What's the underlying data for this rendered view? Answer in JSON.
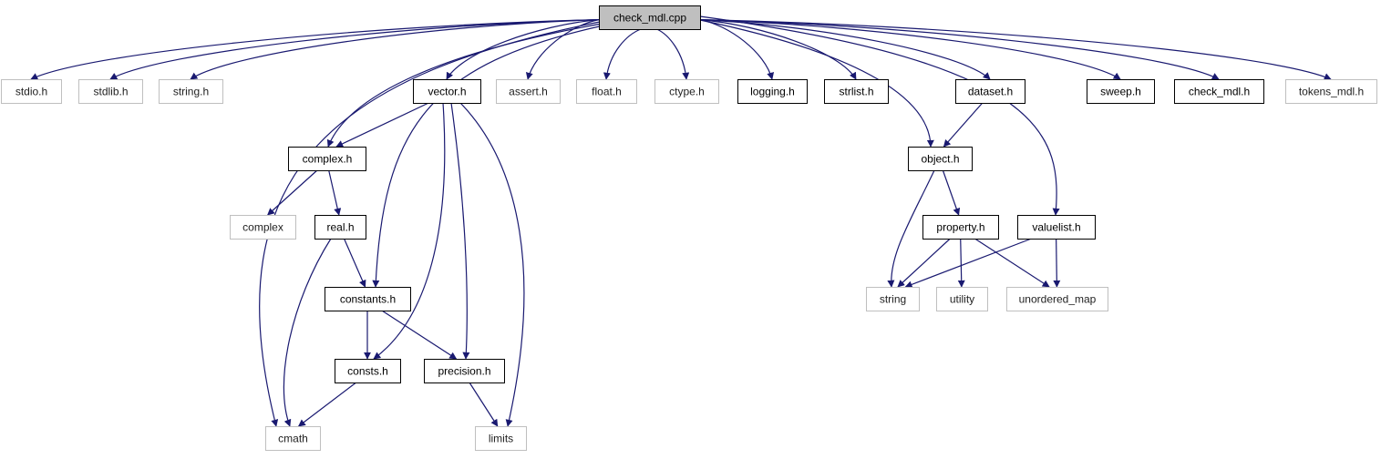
{
  "graph": {
    "nodes": [
      {
        "id": "check_mdl_cpp",
        "label": "check_mdl.cpp",
        "kind": "root"
      },
      {
        "id": "stdio_h",
        "label": "stdio.h",
        "kind": "external"
      },
      {
        "id": "stdlib_h",
        "label": "stdlib.h",
        "kind": "external"
      },
      {
        "id": "string_h",
        "label": "string.h",
        "kind": "external"
      },
      {
        "id": "vector_h",
        "label": "vector.h",
        "kind": "documented"
      },
      {
        "id": "assert_h",
        "label": "assert.h",
        "kind": "external"
      },
      {
        "id": "float_h",
        "label": "float.h",
        "kind": "external"
      },
      {
        "id": "ctype_h",
        "label": "ctype.h",
        "kind": "external"
      },
      {
        "id": "logging_h",
        "label": "logging.h",
        "kind": "documented"
      },
      {
        "id": "strlist_h",
        "label": "strlist.h",
        "kind": "documented"
      },
      {
        "id": "dataset_h",
        "label": "dataset.h",
        "kind": "documented"
      },
      {
        "id": "sweep_h",
        "label": "sweep.h",
        "kind": "documented"
      },
      {
        "id": "check_mdl_h",
        "label": "check_mdl.h",
        "kind": "documented"
      },
      {
        "id": "tokens_mdl_h",
        "label": "tokens_mdl.h",
        "kind": "external"
      },
      {
        "id": "complex_h",
        "label": "complex.h",
        "kind": "documented"
      },
      {
        "id": "object_h",
        "label": "object.h",
        "kind": "documented"
      },
      {
        "id": "complex",
        "label": "complex",
        "kind": "external"
      },
      {
        "id": "real_h",
        "label": "real.h",
        "kind": "documented"
      },
      {
        "id": "property_h",
        "label": "property.h",
        "kind": "documented"
      },
      {
        "id": "valuelist_h",
        "label": "valuelist.h",
        "kind": "documented"
      },
      {
        "id": "string",
        "label": "string",
        "kind": "external"
      },
      {
        "id": "utility",
        "label": "utility",
        "kind": "external"
      },
      {
        "id": "unordered_map",
        "label": "unordered_map",
        "kind": "external"
      },
      {
        "id": "constants_h",
        "label": "constants.h",
        "kind": "documented"
      },
      {
        "id": "consts_h",
        "label": "consts.h",
        "kind": "documented"
      },
      {
        "id": "precision_h",
        "label": "precision.h",
        "kind": "documented"
      },
      {
        "id": "cmath",
        "label": "cmath",
        "kind": "external"
      },
      {
        "id": "limits",
        "label": "limits",
        "kind": "external"
      }
    ],
    "edges": [
      {
        "from": "check_mdl_cpp",
        "to": "stdio_h"
      },
      {
        "from": "check_mdl_cpp",
        "to": "stdlib_h"
      },
      {
        "from": "check_mdl_cpp",
        "to": "string_h"
      },
      {
        "from": "check_mdl_cpp",
        "to": "vector_h"
      },
      {
        "from": "check_mdl_cpp",
        "to": "assert_h"
      },
      {
        "from": "check_mdl_cpp",
        "to": "float_h"
      },
      {
        "from": "check_mdl_cpp",
        "to": "ctype_h"
      },
      {
        "from": "check_mdl_cpp",
        "to": "logging_h"
      },
      {
        "from": "check_mdl_cpp",
        "to": "strlist_h"
      },
      {
        "from": "check_mdl_cpp",
        "to": "dataset_h"
      },
      {
        "from": "check_mdl_cpp",
        "to": "sweep_h"
      },
      {
        "from": "check_mdl_cpp",
        "to": "check_mdl_h"
      },
      {
        "from": "check_mdl_cpp",
        "to": "tokens_mdl_h"
      },
      {
        "from": "check_mdl_cpp",
        "to": "complex_h"
      },
      {
        "from": "check_mdl_cpp",
        "to": "constants_h"
      },
      {
        "from": "check_mdl_cpp",
        "to": "cmath"
      },
      {
        "from": "check_mdl_cpp",
        "to": "object_h"
      },
      {
        "from": "check_mdl_cpp",
        "to": "valuelist_h"
      },
      {
        "from": "vector_h",
        "to": "complex_h"
      },
      {
        "from": "vector_h",
        "to": "consts_h"
      },
      {
        "from": "vector_h",
        "to": "precision_h"
      },
      {
        "from": "vector_h",
        "to": "limits"
      },
      {
        "from": "complex_h",
        "to": "complex"
      },
      {
        "from": "complex_h",
        "to": "real_h"
      },
      {
        "from": "real_h",
        "to": "constants_h"
      },
      {
        "from": "real_h",
        "to": "cmath"
      },
      {
        "from": "constants_h",
        "to": "consts_h"
      },
      {
        "from": "constants_h",
        "to": "precision_h"
      },
      {
        "from": "consts_h",
        "to": "cmath"
      },
      {
        "from": "precision_h",
        "to": "limits"
      },
      {
        "from": "dataset_h",
        "to": "object_h"
      },
      {
        "from": "object_h",
        "to": "property_h"
      },
      {
        "from": "object_h",
        "to": "string"
      },
      {
        "from": "property_h",
        "to": "string"
      },
      {
        "from": "property_h",
        "to": "utility"
      },
      {
        "from": "property_h",
        "to": "unordered_map"
      },
      {
        "from": "valuelist_h",
        "to": "string"
      },
      {
        "from": "valuelist_h",
        "to": "unordered_map"
      }
    ],
    "colors": {
      "edge": "#191970",
      "root_fill": "#bfbfbf",
      "documented_border": "#000000",
      "external_border": "#bfbfbf",
      "node_fill": "#ffffff"
    }
  }
}
